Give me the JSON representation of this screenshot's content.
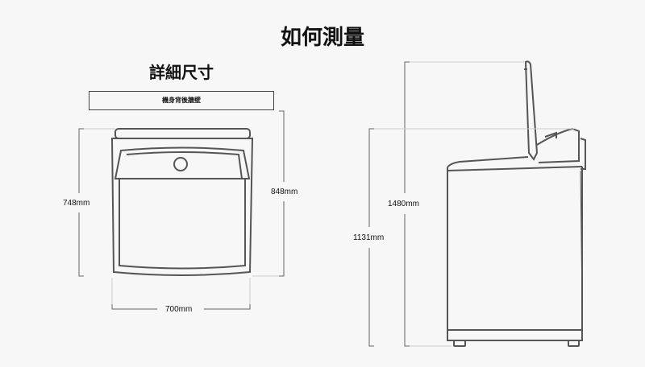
{
  "title": "如何測量",
  "subtitle": "詳細尺寸",
  "wall_label": "機身背後牆壁",
  "front_view": {
    "height": "748mm",
    "depth_with_wall": "848mm",
    "width": "700mm"
  },
  "side_view": {
    "height_lid_open": "1480mm",
    "height": "1131mm"
  }
}
